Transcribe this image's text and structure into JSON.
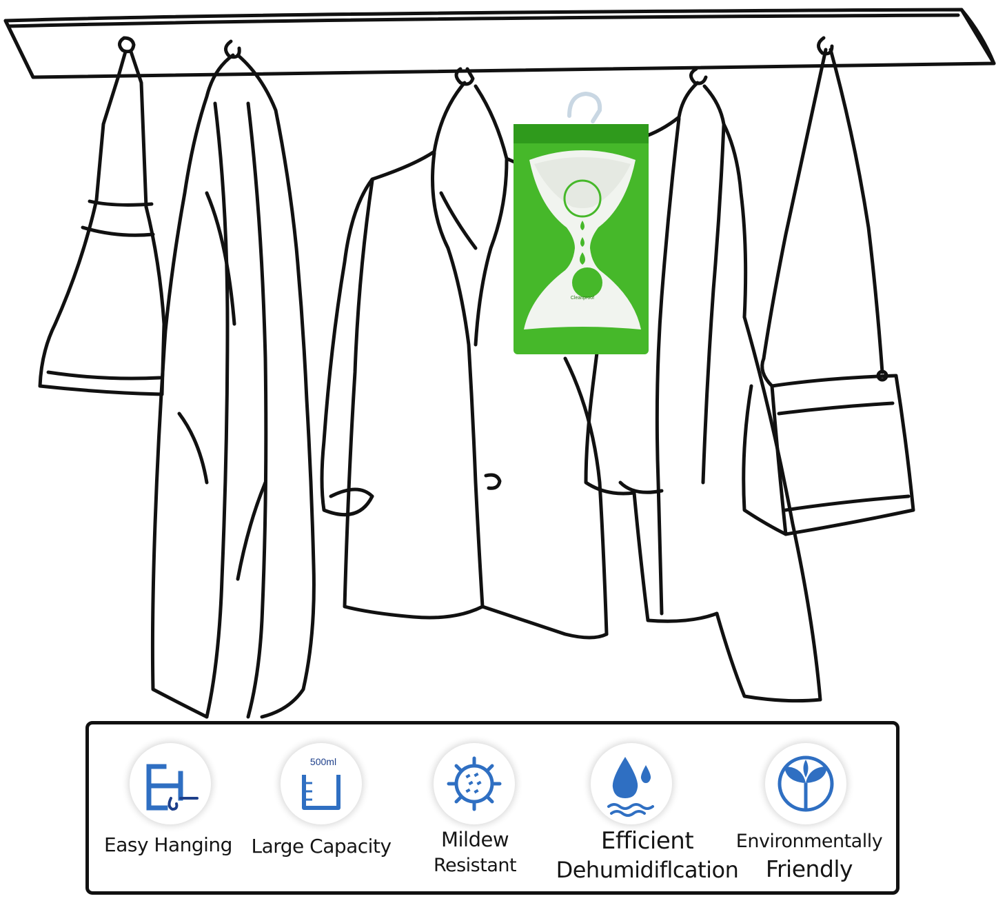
{
  "product": {
    "pouch_label": "Cleanproof",
    "colors": {
      "pouch_green": "#46b82a",
      "pouch_green_dark": "#2f9a1c",
      "window_white": "#f1f4ef",
      "outline": "#111111",
      "icon_blue": "#2f6fc2",
      "icon_blue_dark": "#1d3f8a"
    }
  },
  "features": [
    {
      "icon": "hanger-hook-icon",
      "lines": [
        "Easy Hanging"
      ]
    },
    {
      "icon": "measuring-cup-icon",
      "icon_text": "500ml",
      "lines": [
        "Large Capacity"
      ]
    },
    {
      "icon": "mildew-resistant-icon",
      "lines": [
        "Mildew",
        "Resistant"
      ]
    },
    {
      "icon": "water-drop-icon",
      "lines": [
        "Efficient",
        "Dehumidiflcation"
      ]
    },
    {
      "icon": "sprout-leaf-icon",
      "lines": [
        "Environmentally",
        "Friendly"
      ]
    }
  ]
}
